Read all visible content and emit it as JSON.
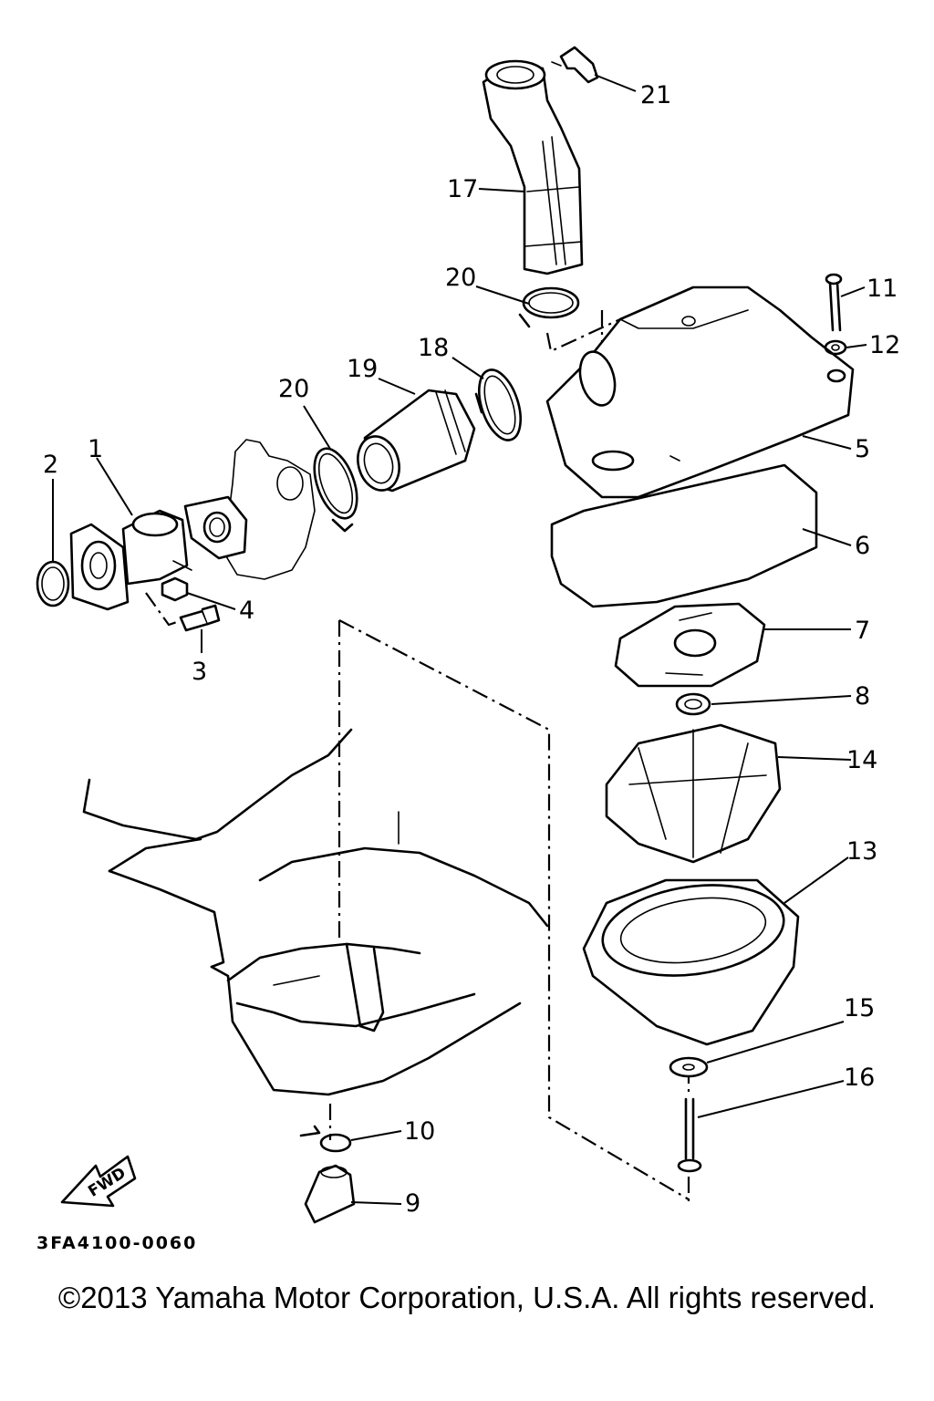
{
  "callouts": {
    "p1": "1",
    "p2": "2",
    "p3": "3",
    "p4": "4",
    "p5": "5",
    "p6": "6",
    "p7": "7",
    "p8": "8",
    "p9": "9",
    "p10": "10",
    "p11": "11",
    "p12": "12",
    "p13": "13",
    "p14": "14",
    "p15": "15",
    "p16": "16",
    "p17": "17",
    "p18": "18",
    "p19": "19",
    "p20a": "20",
    "p20b": "20",
    "p21": "21"
  },
  "fwd_label": "FWD",
  "drawing_code": "3FA4100-0060",
  "copyright": "©2013 Yamaha Motor Corporation, U.S.A. All rights reserved."
}
